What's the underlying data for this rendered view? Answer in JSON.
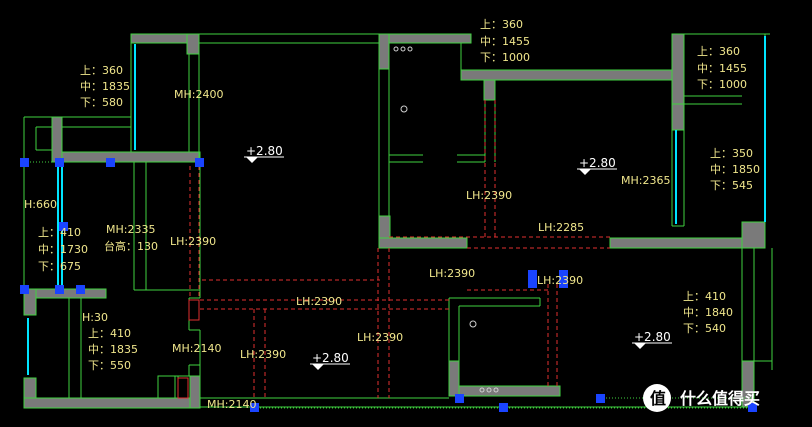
{
  "colors": {
    "background": "#000000",
    "wall_outline": "#3fd23f",
    "wall_fill": "#7a7a7a",
    "label": "#f0e68c",
    "beam_dash": "#e03030",
    "marker": "#1a44ff",
    "window": "#00e5ff",
    "elevation_text": "#ffffff"
  },
  "window_tags": [
    {
      "top": "上：360",
      "mid": "中：1835",
      "bot": "下：580"
    },
    {
      "top": "上：360",
      "mid": "中：1455",
      "bot": "下：1000"
    },
    {
      "top": "上：360",
      "mid": "中：1455",
      "bot": "下：1000"
    },
    {
      "top": "上：350",
      "mid": "中：1850",
      "bot": "下：545"
    },
    {
      "top": "上：410",
      "mid": "中：1730",
      "bot": "下：675"
    },
    {
      "top": "上：410",
      "mid": "中：1835",
      "bot": "下：550"
    },
    {
      "top": "上：410",
      "mid": "中：1840",
      "bot": "下：540"
    }
  ],
  "height_labels": {
    "mh_2400": "MH:2400",
    "mh_2365": "MH:2365",
    "mh_2335": "MH:2335",
    "counter_height": "台高：130",
    "mh_2140_a": "MH:2140",
    "mh_2140_b": "MH:2140",
    "h_660": "H:660",
    "h_30": "H:30"
  },
  "beam_labels": {
    "lh_left": "LH:2390",
    "lh_center_top": "LH:2390",
    "lh_2285": "LH:2285",
    "lh_mid": "LH:2390",
    "lh_hall": "LH:2390",
    "lh_center_low": "LH:2390",
    "lh_bottom_left": "LH:2390",
    "lh_partial": "LH:2390"
  },
  "elevations": {
    "e1": "+2.80",
    "e2": "+2.80",
    "e3": "+2.80",
    "e4": "+2.80"
  },
  "watermark": "值 什么值得买"
}
